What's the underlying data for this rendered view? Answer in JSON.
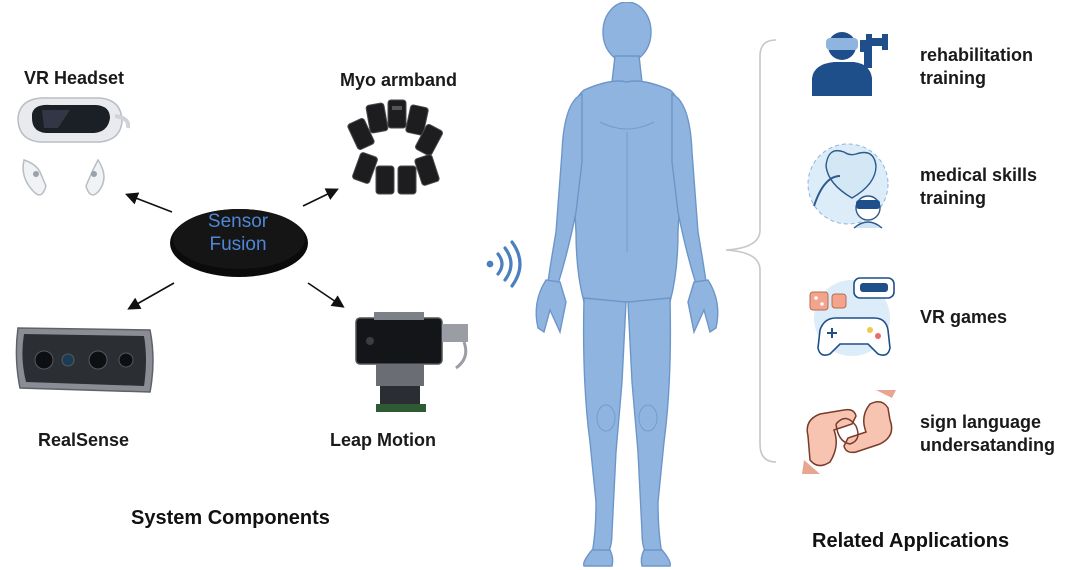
{
  "components": {
    "vr_headset": "VR Headset",
    "myo": "Myo armband",
    "realsense": "RealSense",
    "leap": "Leap Motion"
  },
  "sensor_fusion": {
    "line1": "Sensor",
    "line2": "Fusion"
  },
  "sections": {
    "components_title": "System Components",
    "applications_title": "Related Applications"
  },
  "applications": [
    {
      "line1": "rehabilitation",
      "line2": "training",
      "icon": "rehabilitation-icon"
    },
    {
      "line1": "medical skills",
      "line2": "training",
      "icon": "medical-training-icon"
    },
    {
      "line1": "VR games",
      "line2": "",
      "icon": "vr-games-icon"
    },
    {
      "line1": "sign language",
      "line2": "undersatanding",
      "icon": "sign-language-icon"
    }
  ],
  "colors": {
    "body": "#8fb4e0",
    "body_stroke": "#6d96c8",
    "ellipse": "#0b0b0b",
    "fusion_text": "#4f86d6",
    "icon_dark": "#1f4f8a",
    "icon_light": "#cfe3f4"
  }
}
